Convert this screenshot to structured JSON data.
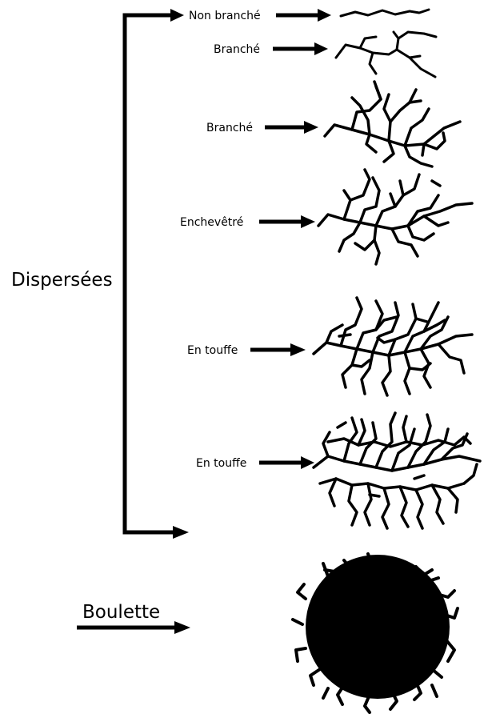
{
  "diagram": {
    "group_label": "Dispersées",
    "standalone_label": "Boulette",
    "stages": [
      {
        "label": "Non branché",
        "shape": "non-branche"
      },
      {
        "label": "Branché",
        "shape": "branche-simple"
      },
      {
        "label": "Branché",
        "shape": "branche"
      },
      {
        "label": "Enchevêtré",
        "shape": "enchevetre"
      },
      {
        "label": "En touffe",
        "shape": "en-touffe"
      },
      {
        "label": "En touffe",
        "shape": "en-touffe-dense"
      }
    ],
    "ink_color": "#000000",
    "background_color": "#ffffff"
  }
}
